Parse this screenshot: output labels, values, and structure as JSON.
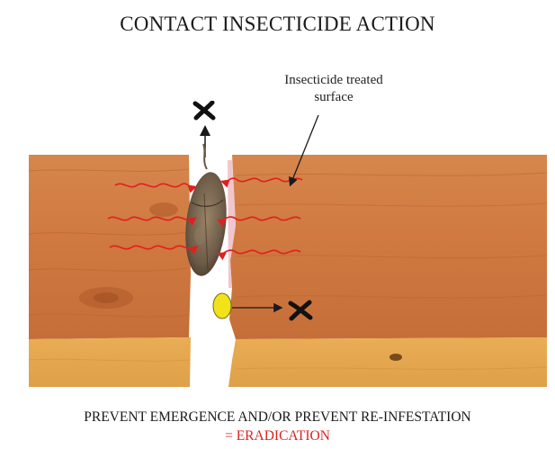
{
  "title": "CONTACT INSECTICIDE ACTION",
  "callout": {
    "line1": "Insecticide treated",
    "line2": "surface"
  },
  "result": {
    "line1": "PREVENT EMERGENCE  AND/OR PREVENT RE-INFESTATION",
    "equals": "=",
    "word": "ERADICATION"
  },
  "icons": [
    "cross-mark-icon",
    "cross-mark-icon"
  ],
  "colors": {
    "wood_dark": "#c9713a",
    "wood_light": "#e8a443",
    "wave": "#e02020",
    "egg": "#f2e21a",
    "result_red": "#e02020"
  }
}
